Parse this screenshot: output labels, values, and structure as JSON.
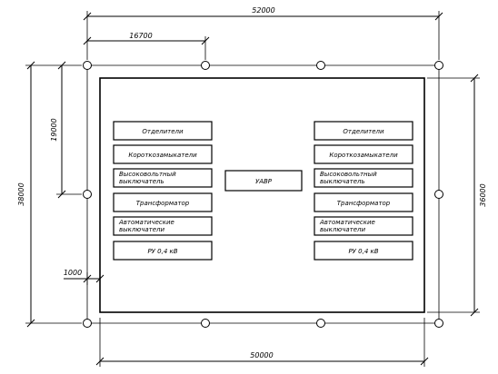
{
  "dimensions": {
    "top_total": "52000",
    "top_partial": "16700",
    "left_total": "38000",
    "left_partial": "19000",
    "right_total": "36000",
    "bottom_total": "50000",
    "offset": "1000"
  },
  "left_column": [
    {
      "id": "l1",
      "lines": [
        "Отделители"
      ]
    },
    {
      "id": "l2",
      "lines": [
        "Короткозамыкатели"
      ]
    },
    {
      "id": "l3",
      "lines": [
        "Высоковольтный",
        "выключатель"
      ]
    },
    {
      "id": "l4",
      "lines": [
        "Трансформатор"
      ]
    },
    {
      "id": "l5",
      "lines": [
        "Автоматические",
        "выключатели"
      ]
    },
    {
      "id": "l6",
      "lines": [
        "РУ 0,4 кВ"
      ]
    }
  ],
  "right_column": [
    {
      "id": "r1",
      "lines": [
        "Отделители"
      ]
    },
    {
      "id": "r2",
      "lines": [
        "Короткозамыкатели"
      ]
    },
    {
      "id": "r3",
      "lines": [
        "Высоковольтный",
        "выключатель"
      ]
    },
    {
      "id": "r4",
      "lines": [
        "Трансформатор"
      ]
    },
    {
      "id": "r5",
      "lines": [
        "Автоматические",
        "выключатели"
      ]
    },
    {
      "id": "r6",
      "lines": [
        "РУ 0,4 кВ"
      ]
    }
  ],
  "center_box": {
    "lines": [
      "УАВР"
    ]
  }
}
